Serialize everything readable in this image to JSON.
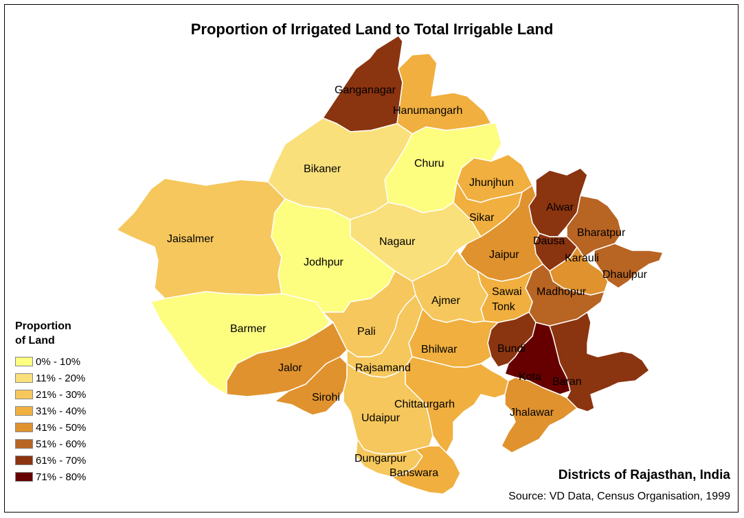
{
  "title": "Proportion of Irrigated Land to Total Irrigable Land",
  "subtitle": "Districts of Rajasthan, India",
  "source": "Source: VD Data, Census Organisation, 1999",
  "legend": {
    "title_line1": "Proportion",
    "title_line2": "of Land",
    "items": [
      {
        "label": "0% - 10%",
        "color": "#FDFD80"
      },
      {
        "label": "11% - 20%",
        "color": "#F9E07A"
      },
      {
        "label": "21% - 30%",
        "color": "#F5C75C"
      },
      {
        "label": "31% - 40%",
        "color": "#F0AF3E"
      },
      {
        "label": "41% - 50%",
        "color": "#E0922E"
      },
      {
        "label": "51% - 60%",
        "color": "#B86423"
      },
      {
        "label": "61% - 70%",
        "color": "#8B3410"
      },
      {
        "label": "71% - 80%",
        "color": "#660000"
      }
    ]
  },
  "districts": {
    "ganganagar": "Ganganagar",
    "hanumangarh": "Hanumangarh",
    "bikaner": "Bikaner",
    "churu": "Churu",
    "jhunjhun": "Jhunjhun",
    "jaisalmer": "Jaisalmer",
    "jodhpur": "Jodhpur",
    "nagaur": "Nagaur",
    "sikar": "Sikar",
    "alwar": "Alwar",
    "bharatpur": "Bharatpur",
    "dausa": "Dausa",
    "jaipur": "Jaipur",
    "karauli": "Karauli",
    "dhaulpur": "Dhaulpur",
    "sawai": "Sawai",
    "madhopur": "Madhopur",
    "tonk": "Tonk",
    "ajmer": "Ajmer",
    "barmer": "Barmer",
    "pali": "Pali",
    "bhilwar": "Bhilwar",
    "bundi": "Bundi",
    "jalor": "Jalor",
    "rajsamand": "Rajsamand",
    "kota": "Kota",
    "baran": "Baran",
    "sirohi": "Sirohi",
    "chittaurgarh": "Chittaurgarh",
    "udaipur": "Udaipur",
    "jhalawar": "Jhalawar",
    "dungarpur": "Dungarpur",
    "banswara": "Banswara"
  }
}
